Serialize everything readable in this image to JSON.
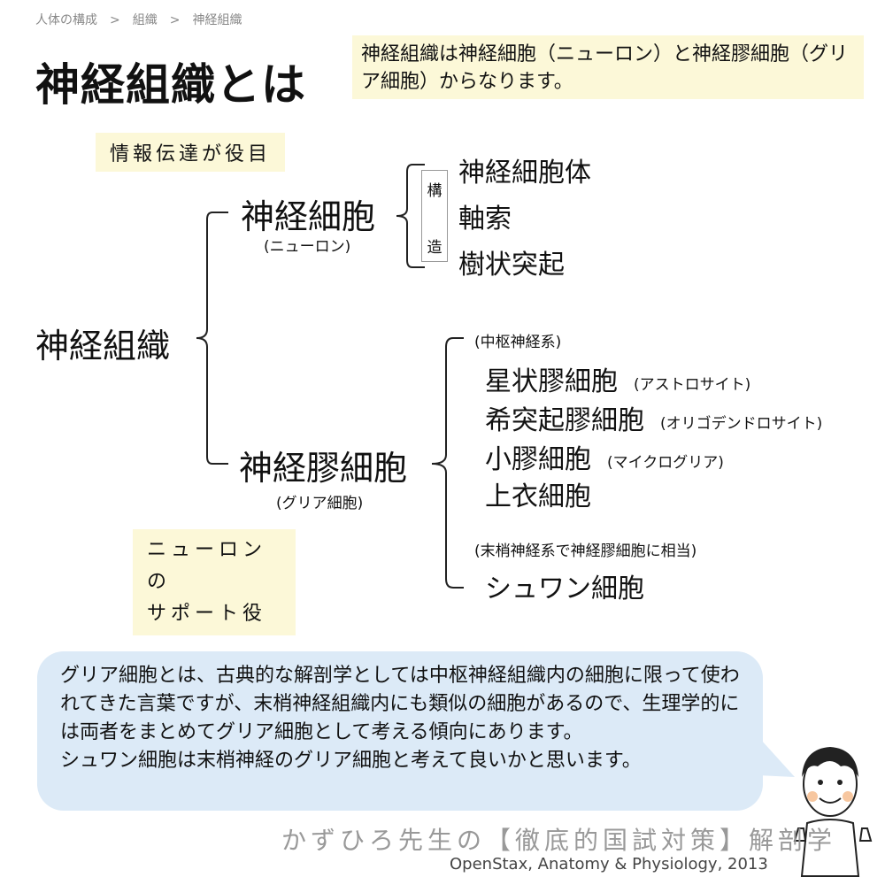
{
  "breadcrumb": [
    "人体の構成",
    "組織",
    "神経組織"
  ],
  "breadcrumb_separator": ">",
  "title": "神経組織とは",
  "summary": "神経組織は神経細胞（ニューロン）と神経膠細胞（グリア細胞）からなります。",
  "tag_role": "情報伝達が役目",
  "tag_support": [
    "ニューロンの",
    "サポート役"
  ],
  "root": "神経組織",
  "neuron": {
    "label": "神経細胞",
    "sub": "(ニューロン)",
    "structure_label": [
      "構",
      "造"
    ],
    "parts": [
      "神経細胞体",
      "軸索",
      "樹状突起"
    ]
  },
  "glia": {
    "label": "神経膠細胞",
    "sub": "(グリア細胞)",
    "cns_head": "(中枢神経系)",
    "cns_items": [
      {
        "name": "星状膠細胞",
        "note": "(アストロサイト)"
      },
      {
        "name": "希突起膠細胞",
        "note": "(オリゴデンドロサイト)"
      },
      {
        "name": "小膠細胞",
        "note": "(マイクログリア)"
      },
      {
        "name": "上衣細胞",
        "note": ""
      }
    ],
    "pns_head": "(末梢神経系で神経膠細胞に相当)",
    "pns_items": [
      "シュワン細胞"
    ]
  },
  "bubble": [
    "グリア細胞とは、古典的な解剖学としては中枢神経組織内の細胞に限って使われてきた言葉ですが、末梢神経組織内にも類似の細胞があるので、生理学的には両者をまとめてグリア細胞として考える傾向にあります。",
    "シュワン細胞は末梢神経のグリア細胞と考えて良いかと思います。"
  ],
  "credit": "かずひろ先生の【徹底的国試対策】解剖学",
  "source": "OpenStax, Anatomy & Physiology, 2013",
  "colors": {
    "note_bg": "#fcf8d8",
    "bubble_bg": "#dceaf7",
    "muted": "#888888"
  }
}
